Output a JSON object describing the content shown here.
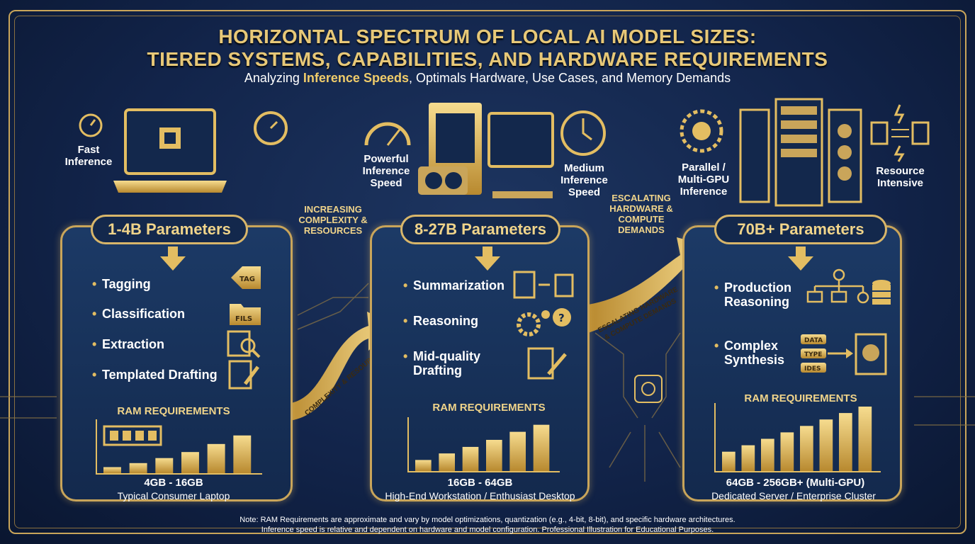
{
  "header": {
    "title_line1": "HORIZONTAL SPECTRUM OF LOCAL AI MODEL SIZES:",
    "title_line2": "TIERED SYSTEMS, CAPABILITIES, AND HARDWARE REQUIREMENTS",
    "subtitle_pre": "Analyzing ",
    "subtitle_highlight": "Inference Speeds",
    "subtitle_post": ", Optimals Hardware, Use Cases, and Memory Demands"
  },
  "colors": {
    "gold": "#e3bd62",
    "background": "#12244a",
    "panel": "#1c3a66",
    "text": "#ffffff"
  },
  "tiers": [
    {
      "title": "1-4B Parameters",
      "top_labels": [
        "Fast Inference"
      ],
      "uses": [
        "Tagging",
        "Classification",
        "Extraction",
        "Templated Drafting"
      ],
      "use_icons": [
        "tag-icon",
        "folder-icon",
        "search-document-icon",
        "edit-document-icon"
      ],
      "icon_texts": [
        "TAG",
        "FILS"
      ],
      "ram_heading": "RAM REQUIREMENTS",
      "ram_range": "4GB - 16GB",
      "hardware": "Typical Consumer Laptop",
      "bar_levels": [
        0.12,
        0.2,
        0.3,
        0.42,
        0.58,
        0.75
      ]
    },
    {
      "title": "8-27B Parameters",
      "top_labels": [
        "Powerful Inference Speed",
        "Medium Inference Speed"
      ],
      "uses": [
        "Summarization",
        "Reasoning",
        "Mid-quality Drafting"
      ],
      "use_icons": [
        "documents-icon",
        "gears-question-icon",
        "edit-document-icon"
      ],
      "ram_heading": "RAM REQUIREMENTS",
      "ram_range": "16GB - 64GB",
      "hardware": "High-End Workstation / Enthusiast Desktop",
      "bar_levels": [
        0.22,
        0.35,
        0.48,
        0.62,
        0.78,
        0.92
      ]
    },
    {
      "title": "70B+ Parameters",
      "top_labels": [
        "Parallel / Multi-GPU Inference",
        "Resource Intensive"
      ],
      "uses": [
        "Production Reasoning",
        "Complex Synthesis"
      ],
      "use_icons": [
        "hierarchy-database-icon",
        "data-brain-document-icon"
      ],
      "icon_texts": [
        "DATA",
        "TYPE",
        "IDES"
      ],
      "ram_heading": "RAM REQUIREMENTS",
      "ram_range": "64GB - 256GB+ (Multi-GPU)",
      "hardware": "Dedicated Server / Enterprise Cluster",
      "bar_levels": [
        0.3,
        0.4,
        0.5,
        0.6,
        0.7,
        0.8,
        0.9,
        1.0
      ]
    }
  ],
  "flows": {
    "first_label": "INCREASING COMPLEXITY & RESOURCES",
    "first_ribbon": "COMPLEXITY & RESOURCES",
    "second_label": "ESCALATING HARDWARE & COMPUTE DEMANDS",
    "second_ribbon_1": "ESCALATING HARDWARE",
    "second_ribbon_2": "& COMPUTE DEMANDS"
  },
  "footer": {
    "note_line1": "Note: RAM Requirements are approximate and vary by model optimizations, quantization (e.g., 4-bit, 8-bit), and specific hardware architectures.",
    "note_line2": "Inference speed is relative and dependent on hardware and model configuration. Professional Illustration for Educational Purposes."
  }
}
